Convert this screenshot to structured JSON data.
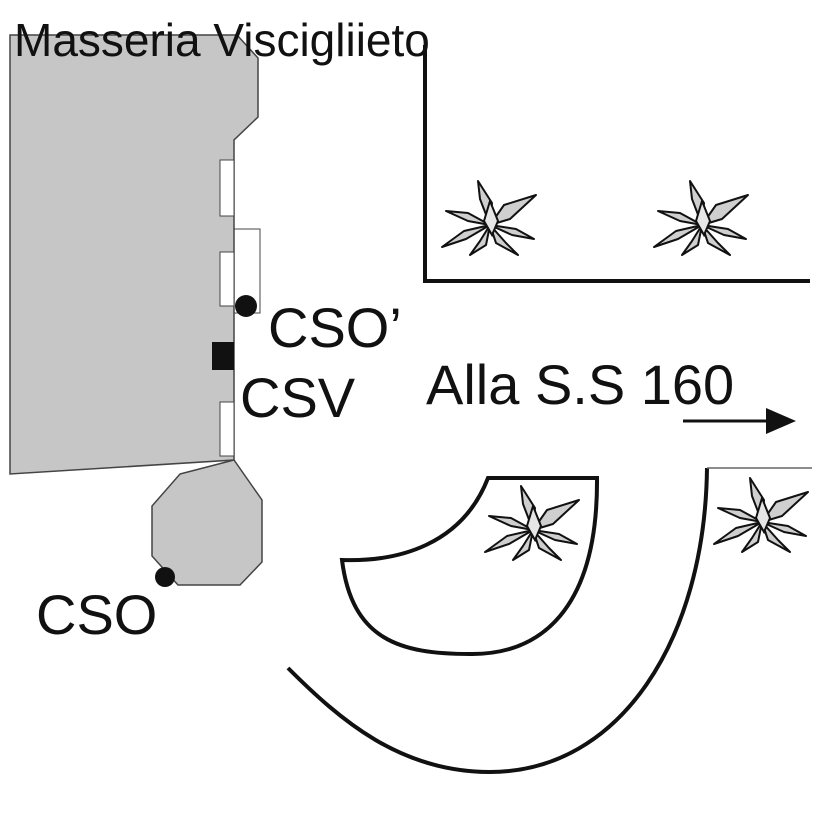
{
  "title": "Masseria Viscigliieto",
  "labels": {
    "cso_prime": "CSO’",
    "csv": "CSV",
    "cso": "CSO",
    "road": "Alla S.S 160"
  },
  "colors": {
    "building_fill": "#c6c6c6",
    "outline": "#111111",
    "plant_fill": "#cfcfcf"
  },
  "icons": {
    "plant": "agave-plant-icon",
    "marker_point": "filled-circle-icon",
    "marker_square": "filled-square-icon",
    "direction": "arrow-right-icon"
  }
}
